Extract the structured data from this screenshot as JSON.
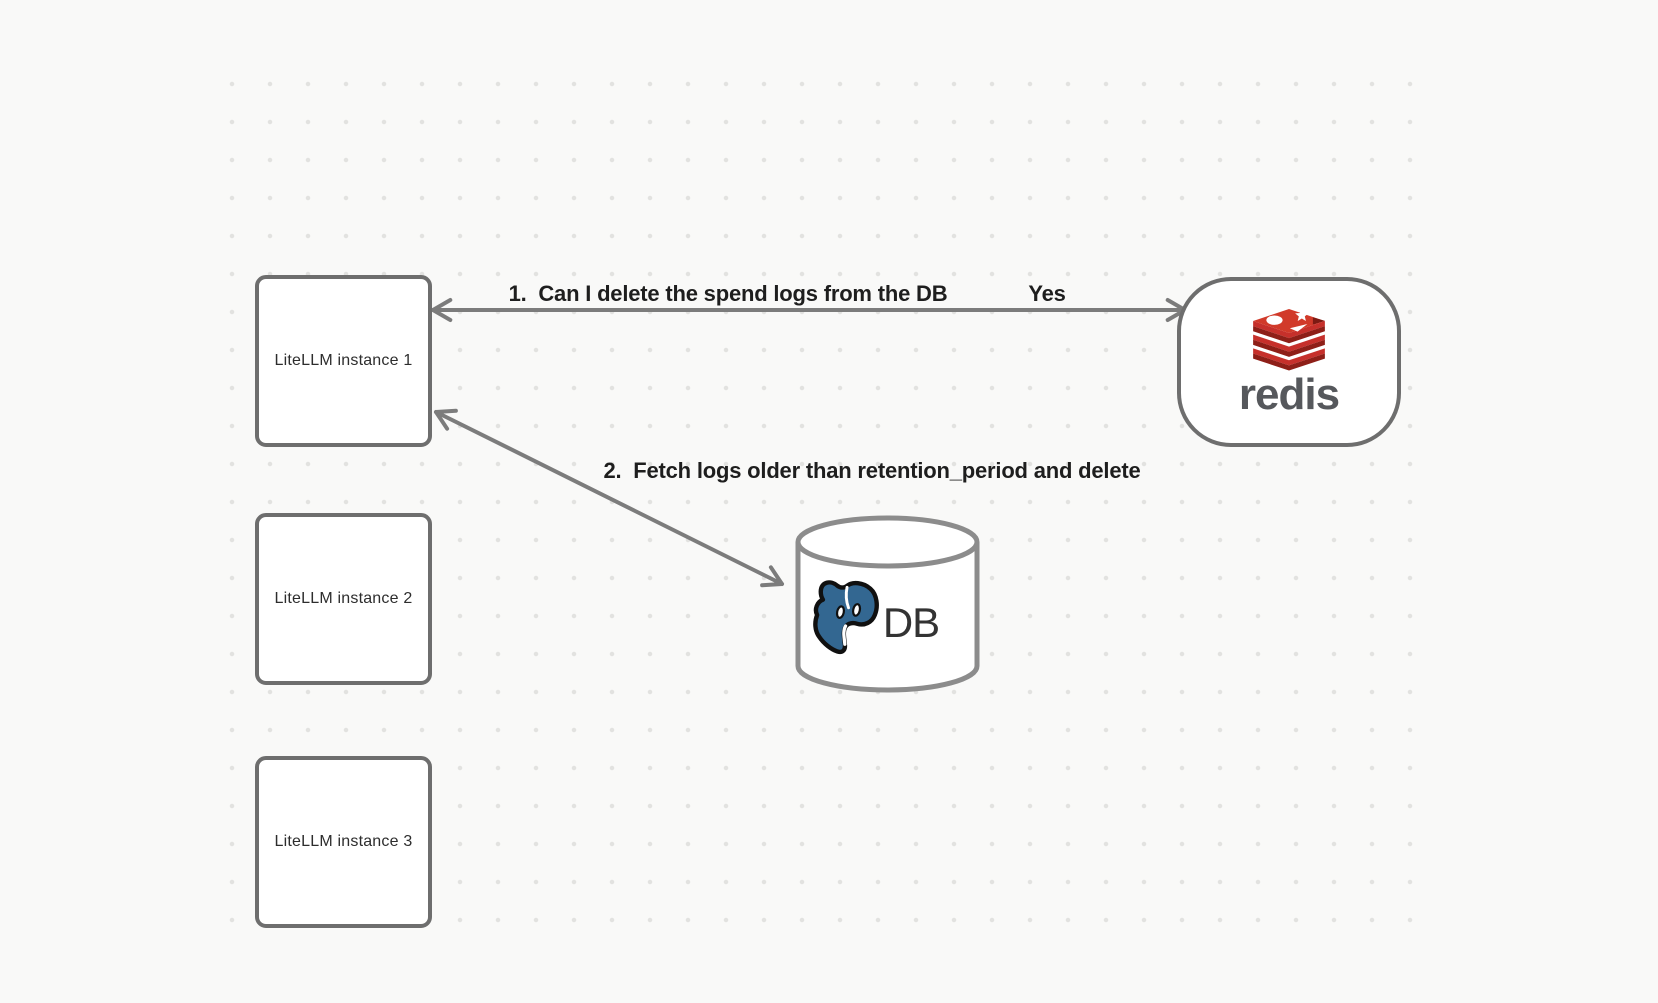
{
  "canvas": {
    "background_color": "#f9f9f8",
    "dot_color": "#e2e2e0",
    "shape_border_color": "#6e6e6e",
    "arrow_color": "#7c7c7c",
    "label_color": "#1e1e1e"
  },
  "instances": [
    {
      "label": "LiteLLM instance 1"
    },
    {
      "label": "LiteLLM instance 2"
    },
    {
      "label": "LiteLLM instance 3"
    }
  ],
  "redis": {
    "wordmark": "redis",
    "icon": "redis-stack-icon",
    "red": "#c6302b",
    "dark_red": "#8e1f18",
    "wordmark_color": "#56585c"
  },
  "db": {
    "label": "DB",
    "icon": "postgresql-elephant-icon",
    "blue": "#336791"
  },
  "arrows": [
    {
      "label": "1.  Can I delete the spend logs from the DB",
      "response": "Yes",
      "between": [
        "LiteLLM instance 1",
        "redis"
      ]
    },
    {
      "label": "2.  Fetch logs older than retention_period and delete",
      "between": [
        "LiteLLM instance 1",
        "DB"
      ]
    }
  ]
}
